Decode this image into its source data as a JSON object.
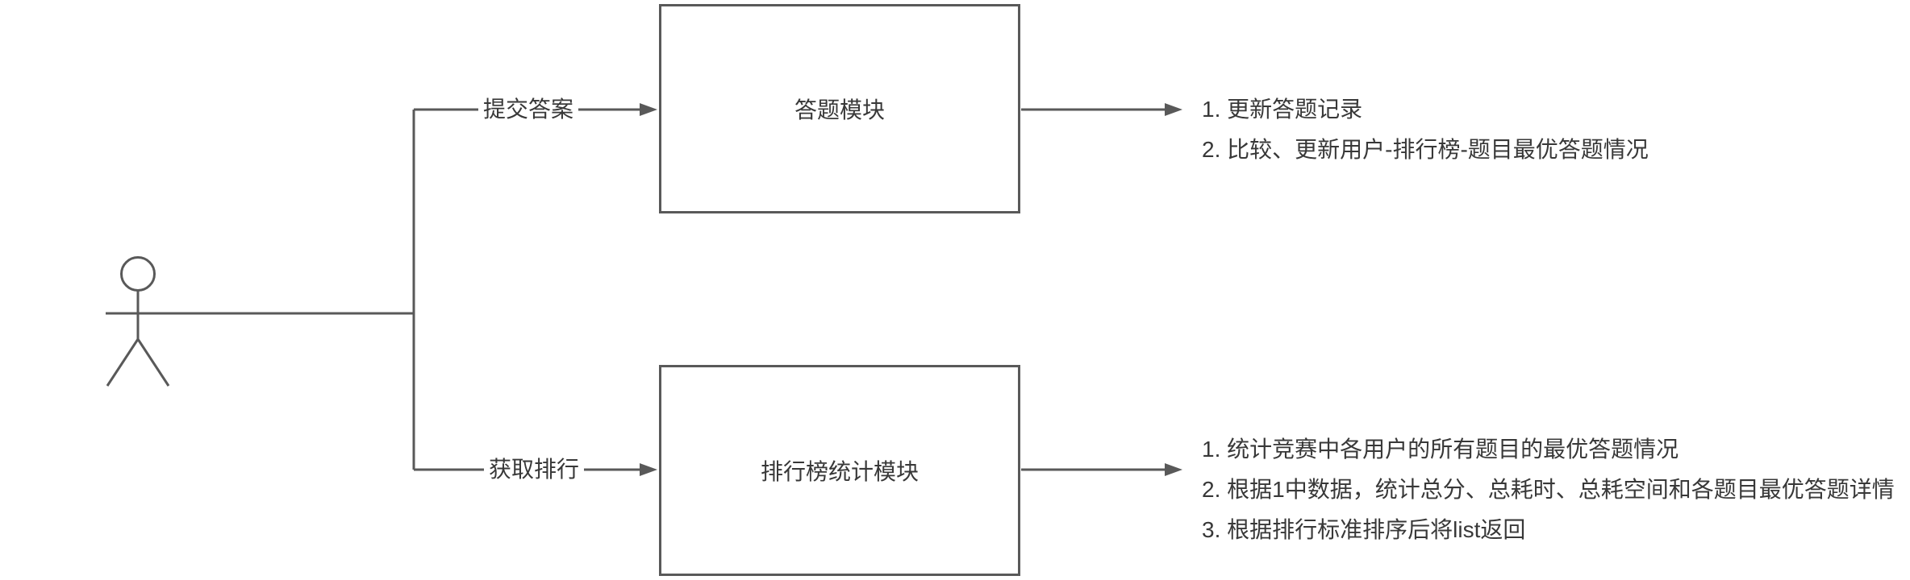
{
  "diagram": {
    "colors": {
      "stroke": "#595959",
      "text": "#383838",
      "background": "#ffffff"
    },
    "actor": {
      "shape": "stick-figure"
    },
    "edges": {
      "submit_label": "提交答案",
      "rank_label": "获取排行"
    },
    "nodes": {
      "answer_module": {
        "title": "答题模块"
      },
      "rank_module": {
        "title": "排行榜统计模块"
      }
    },
    "outputs": {
      "answer": [
        "1. 更新答题记录",
        "2. 比较、更新用户-排行榜-题目最优答题情况"
      ],
      "rank": [
        "1. 统计竞赛中各用户的所有题目的最优答题情况",
        "2. 根据1中数据，统计总分、总耗时、总耗空间和各题目最优答题详情",
        "3. 根据排行标准排序后将list返回"
      ]
    }
  }
}
